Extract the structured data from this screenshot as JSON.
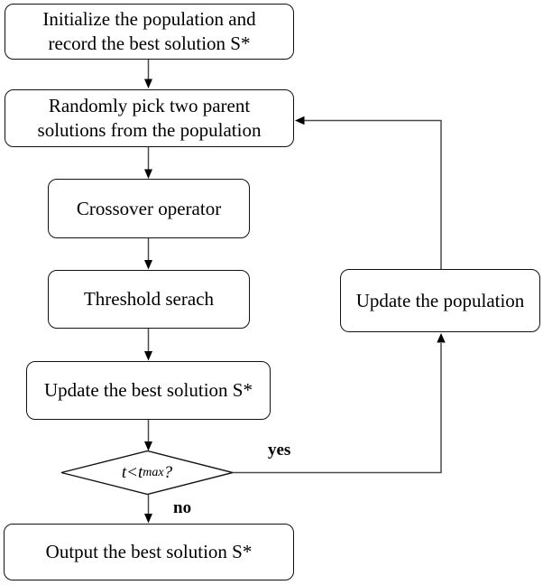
{
  "flowchart": {
    "nodes": {
      "init": {
        "line1": "Initialize the population and",
        "line2": "record the best solution S*"
      },
      "pick": {
        "line1": "Randomly pick two parent",
        "line2": "solutions from the population"
      },
      "crossover": {
        "label": "Crossover operator"
      },
      "threshold": {
        "label": "Threshold serach"
      },
      "update_best": {
        "label": "Update the best solution S*"
      },
      "decision": {
        "var1": "t",
        "op": "<",
        "var2": "t",
        "subscript": "max",
        "question": "?"
      },
      "output": {
        "label": "Output the best solution S*"
      },
      "update_pop": {
        "label": "Update the population"
      }
    },
    "branch_labels": {
      "yes": "yes",
      "no": "no"
    },
    "colors": {
      "background": "#ffffff",
      "node_border": "#111111",
      "connector": "#4a4a4a",
      "arrowhead": "#000000",
      "text": "#000000"
    }
  }
}
